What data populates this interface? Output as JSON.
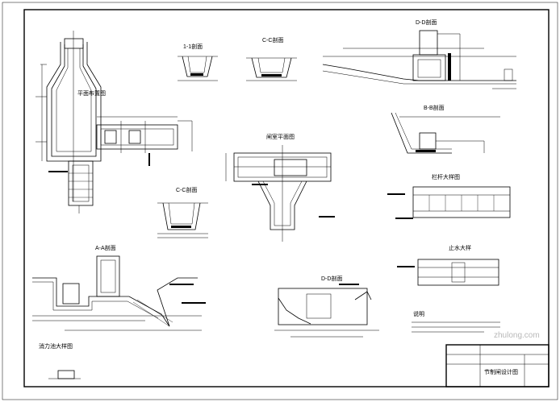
{
  "drawing": {
    "views": {
      "plan_main": {
        "label": "平面布置图"
      },
      "section_top_1": {
        "label": "1-1剖面"
      },
      "section_top_2": {
        "label": "C-C剖面"
      },
      "section_top_right": {
        "label": "D-D剖面"
      },
      "section_right_mid": {
        "label": "B-B剖面"
      },
      "plan_center": {
        "label": "闸室平面图"
      },
      "section_center_left": {
        "label": "C-C剖面"
      },
      "long_section": {
        "label": "A-A剖面"
      },
      "section_bottom_center": {
        "label": "D-D剖面"
      },
      "detail_right": {
        "label": "栏杆大样图"
      },
      "detail_bottom_right": {
        "label": "止水大样"
      },
      "detail_bottom_left": {
        "label": "消力池大样图"
      }
    },
    "notes": {
      "heading": "说明"
    },
    "title_block": {
      "drawing_title": "节制闸设计图"
    },
    "watermark": "zhulong.com"
  }
}
